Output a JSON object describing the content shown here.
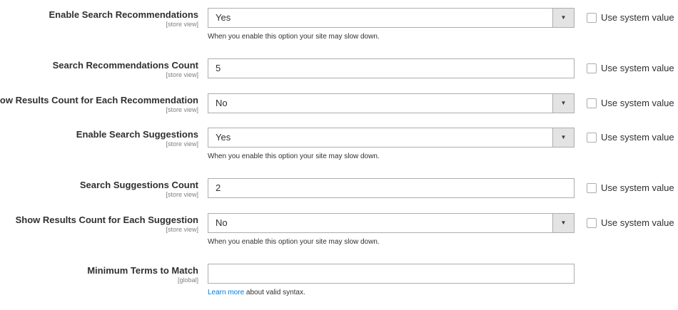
{
  "fields": [
    {
      "label": "Enable Search Recommendations",
      "scope": "[store view]",
      "type": "select",
      "value": "Yes",
      "note": "When you enable this option your site may slow down.",
      "system": "Use system value"
    },
    {
      "label": "Search Recommendations Count",
      "scope": "[store view]",
      "type": "text",
      "value": "5",
      "system": "Use system value"
    },
    {
      "label": "Show Results Count for Each Recommendation",
      "scope": "[store view]",
      "type": "select",
      "value": "No",
      "system": "Use system value"
    },
    {
      "label": "Enable Search Suggestions",
      "scope": "[store view]",
      "type": "select",
      "value": "Yes",
      "note": "When you enable this option your site may slow down.",
      "system": "Use system value"
    },
    {
      "label": "Search Suggestions Count",
      "scope": "[store view]",
      "type": "text",
      "value": "2",
      "system": "Use system value"
    },
    {
      "label": "Show Results Count for Each Suggestion",
      "scope": "[store view]",
      "type": "select",
      "value": "No",
      "note": "When you enable this option your site may slow down.",
      "system": "Use system value"
    },
    {
      "label": "Minimum Terms to Match",
      "scope": "[global]",
      "type": "text",
      "value": "",
      "note_link": "Learn more",
      "note": " about valid syntax."
    }
  ],
  "colors": {
    "link": "#007bdb",
    "border": "#adadad",
    "arrow_bg": "#e3e3e3"
  }
}
